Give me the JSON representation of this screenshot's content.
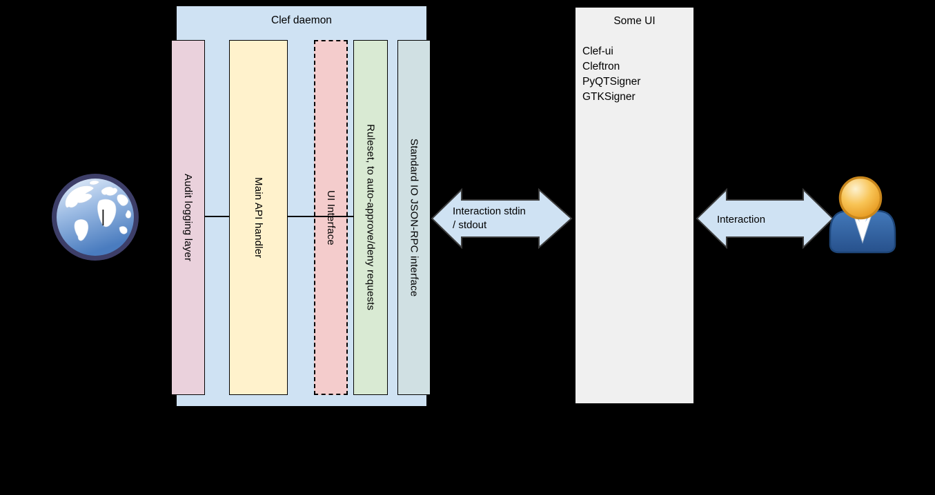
{
  "canvas": {
    "background": "#000000"
  },
  "daemon": {
    "title": "Clef daemon",
    "fill": "#cfe2f3",
    "layers": [
      {
        "label": "Audit logging layer",
        "fill": "#ead1dc",
        "border_style": "solid"
      },
      {
        "label": "Main API handler",
        "fill": "#fff2cc",
        "border_style": "solid"
      },
      {
        "label": "UI Interface",
        "fill": "#f4cccc",
        "border_style": "dashed"
      },
      {
        "label": "Ruleset, to auto-approve/deny requests",
        "fill": "#d9ead3",
        "border_style": "solid"
      },
      {
        "label": "Standard IO JSON-RPC interface",
        "fill": "#d0e0e3",
        "border_style": "solid"
      }
    ]
  },
  "arrows": {
    "fill": "#cfe2f3",
    "stroke": "#3d3d3d",
    "stdio": {
      "line1": "Interaction stdin",
      "line2": "/ stdout"
    },
    "ui": {
      "label": "Interaction"
    }
  },
  "some_ui": {
    "title": "Some UI",
    "fill": "#f0f0f0",
    "items": [
      "Clef-ui",
      "Cleftron",
      "PyQTSigner",
      "GTKSigner"
    ]
  },
  "icons": {
    "left": "globe-icon",
    "right": "person-icon"
  }
}
